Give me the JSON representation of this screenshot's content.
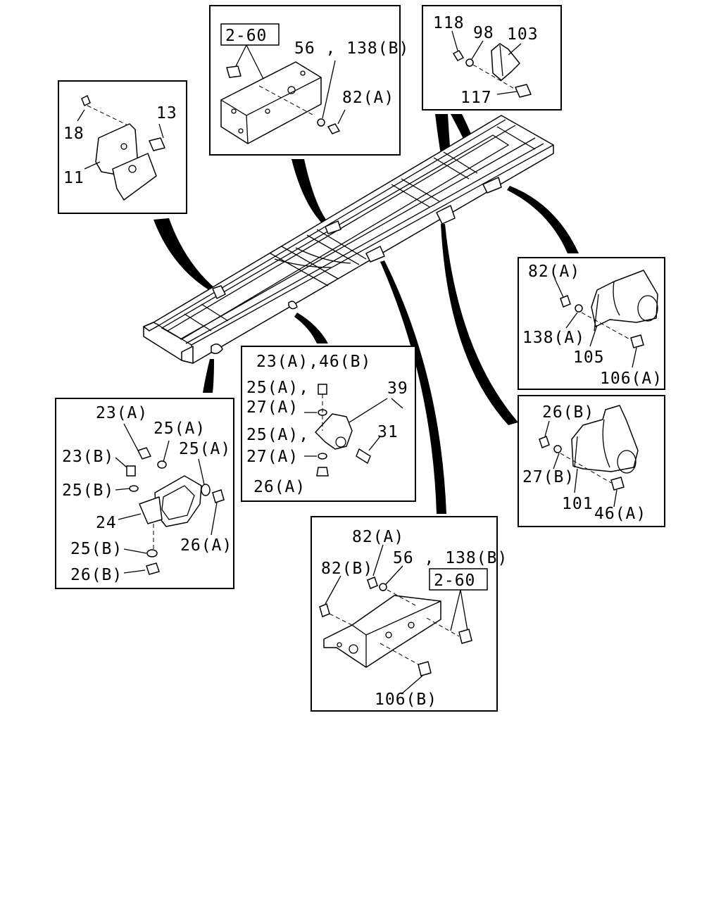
{
  "panels": {
    "left_top": {
      "labels": [
        "13",
        "18",
        "11"
      ]
    },
    "top_center": {
      "ref_box": "2-60",
      "labels": [
        "56 , 138(B)",
        "82(A)"
      ]
    },
    "top_right": {
      "labels": [
        "118",
        "98",
        "103",
        "117"
      ]
    },
    "right_upper": {
      "labels": [
        "82(A)",
        "138(A)",
        "105",
        "106(A)"
      ]
    },
    "right_lower": {
      "labels": [
        "26(B)",
        "27(B)",
        "101",
        "46(A)"
      ]
    },
    "center": {
      "labels": [
        "23(A),46(B)",
        "25(A),",
        "27(A)",
        "39",
        "25(A),",
        "27(A)",
        "31",
        "26(A)"
      ]
    },
    "left_bottom": {
      "labels": [
        "23(A)",
        "25(A)",
        "25(A)",
        "23(B)",
        "25(B)",
        "24",
        "25(B)",
        "26(A)",
        "26(B)"
      ]
    },
    "bottom_center": {
      "ref_box": "2-60",
      "labels": [
        "82(A)",
        "56 , 138(B)",
        "82(B)",
        "106(B)"
      ]
    }
  }
}
